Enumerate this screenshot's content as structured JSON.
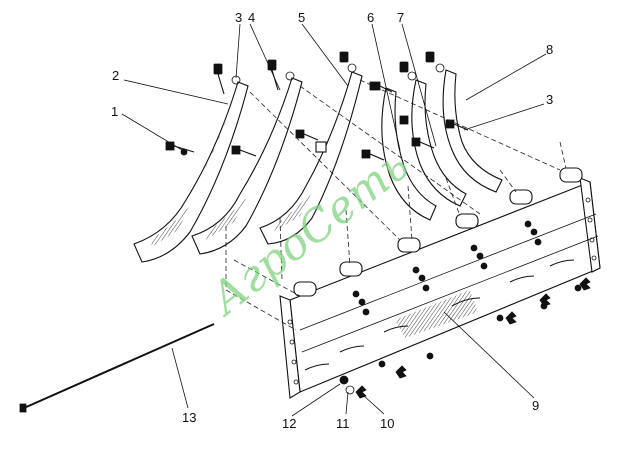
{
  "diagram": {
    "callouts": [
      {
        "id": "c3a",
        "text": "3"
      },
      {
        "id": "c4",
        "text": "4"
      },
      {
        "id": "c5",
        "text": "5"
      },
      {
        "id": "c6",
        "text": "6"
      },
      {
        "id": "c7",
        "text": "7"
      },
      {
        "id": "c8",
        "text": "8"
      },
      {
        "id": "c2",
        "text": "2"
      },
      {
        "id": "c1",
        "text": "1"
      },
      {
        "id": "c3b",
        "text": "3"
      },
      {
        "id": "c9",
        "text": "9"
      },
      {
        "id": "c13",
        "text": "13"
      },
      {
        "id": "c12",
        "text": "12"
      },
      {
        "id": "c11",
        "text": "11"
      },
      {
        "id": "c10",
        "text": "10"
      }
    ],
    "watermark": "АгроСеть"
  }
}
